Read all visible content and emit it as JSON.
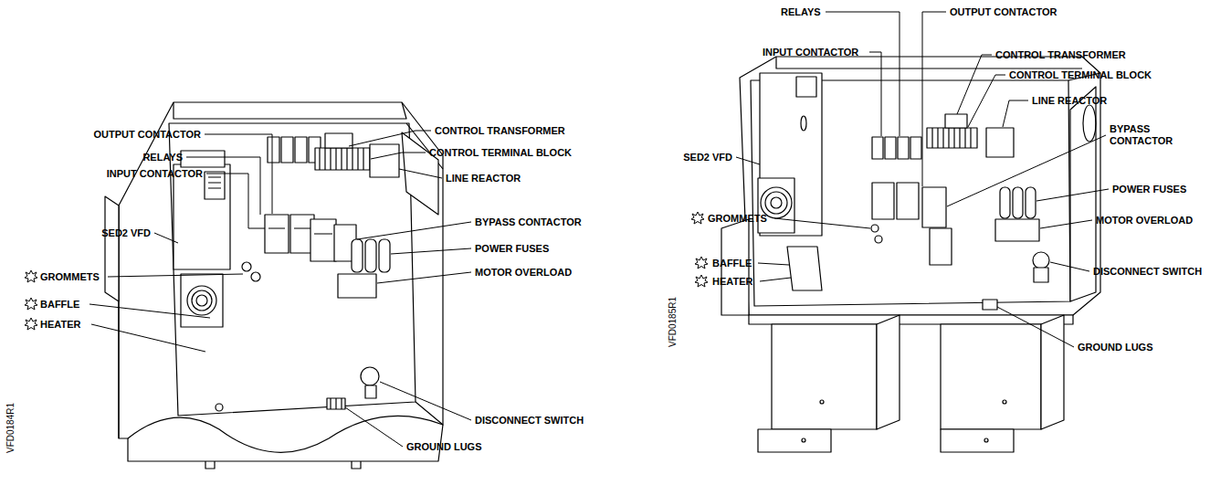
{
  "diagram": {
    "labels": [
      "OUTPUT CONTACTOR",
      "RELAYS",
      "INPUT CONTACTOR",
      "SED2 VFD",
      "GROMMETS",
      "BAFFLE",
      "HEATER",
      "CONTROL TRANSFORMER",
      "CONTROL TERMINAL BLOCK",
      "LINE REACTOR",
      "BYPASS CONTACTOR",
      "POWER FUSES",
      "MOTOR OVERLOAD",
      "DISCONNECT SWITCH",
      "GROUND LUGS",
      "VFD0184R1",
      "RELAYS",
      "OUTPUT CONTACTOR",
      "INPUT CONTACTOR",
      "CONTROL TRANSFORMER",
      "CONTROL TERMINAL BLOCK",
      "LINE REACTOR",
      "BYPASS CONTACTOR",
      "SED2 VFD",
      "POWER FUSES",
      "GROMMETS",
      "MOTOR OVERLOAD",
      "BAFFLE",
      "HEATER",
      "DISCONNECT SWITCH",
      "GROUND LUGS",
      "VFD0185R1"
    ]
  }
}
